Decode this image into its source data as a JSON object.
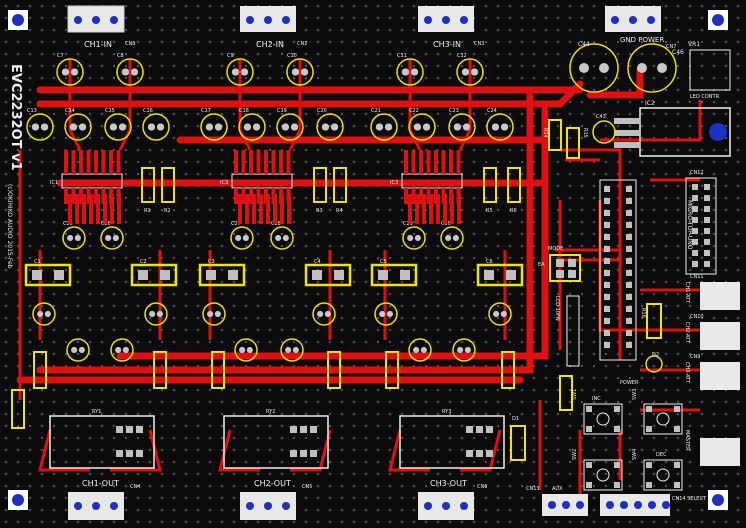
{
  "board": {
    "title": "EVC2232OT v1",
    "copyright": "(c)OKIHIKO AUDIO 2015-Feb",
    "colors": {
      "background": "#0b0b0b",
      "trace_top": "#e01010",
      "silkscreen": "#f0f0f0",
      "pad": "#c0c0c0",
      "via": "#1d31c0",
      "outline_yellow": "#f2e600"
    }
  },
  "inputs": {
    "cn1": {
      "label": "CH1-IN",
      "ref": "CN8"
    },
    "cn2": {
      "label": "CH2-IN",
      "ref": "CN2"
    },
    "cn3": {
      "label": "CH3-IN",
      "ref": "CN3"
    }
  },
  "outputs": {
    "cn1": {
      "label": "CH1-OUT",
      "ref": "CN4"
    },
    "cn2": {
      "label": "CH2-OUT",
      "ref": "CN5"
    },
    "cn3": {
      "label": "CH3-OUT",
      "ref": "CN6"
    }
  },
  "power": {
    "label": "GND POWER",
    "ref": "CN7",
    "reg": "VR1",
    "ic": "IC2",
    "cap1": "C44",
    "cap2": "C46",
    "led_label": "LED CONTR"
  },
  "ics": [
    "IC1",
    "IC3",
    "IC3"
  ],
  "caps_top": [
    "C7",
    "C8",
    "C9",
    "C10",
    "C11",
    "C12"
  ],
  "caps_row2": [
    "C13",
    "C14",
    "C15",
    "C16",
    "C17",
    "C18",
    "C19",
    "C20",
    "C21",
    "C22",
    "C23",
    "C24"
  ],
  "caps_mid": [
    "C25",
    "C26",
    "C27",
    "C28",
    "C29",
    "C30"
  ],
  "boxes": [
    "C1",
    "C2",
    "C3",
    "C4",
    "C5",
    "C6"
  ],
  "resistors_top": [
    "R1",
    "R2",
    "R3",
    "R4",
    "R5",
    "R6"
  ],
  "relays": [
    "RY1",
    "RY2",
    "RY3"
  ],
  "right_labels": {
    "cn12": "CN12",
    "microprocessor": "MICRO-TOP-UNO",
    "mode": "MODE",
    "ea": "EA",
    "power_led": "POWER",
    "cn11": "CN11",
    "cn10": "CN10",
    "cn9": "CN9",
    "ch1_att": "CH1-ATT",
    "ch2_att": "CH2-ATT",
    "ch3_att": "CH3-ATT",
    "master": "MASTER",
    "select": "CN14 SELECT",
    "aux": "AUX",
    "cn13": "CN13",
    "inc": "INC",
    "dec": "DEC",
    "sw1": "SW1",
    "sw2": "SW2",
    "sw3": "SW3",
    "sw4": "SW4",
    "lcd": "LCD 10FN",
    "r14": "R14",
    "r15": "R15",
    "c43": "C43",
    "r16": "R16",
    "d2": "D2",
    "d1": "D1"
  }
}
